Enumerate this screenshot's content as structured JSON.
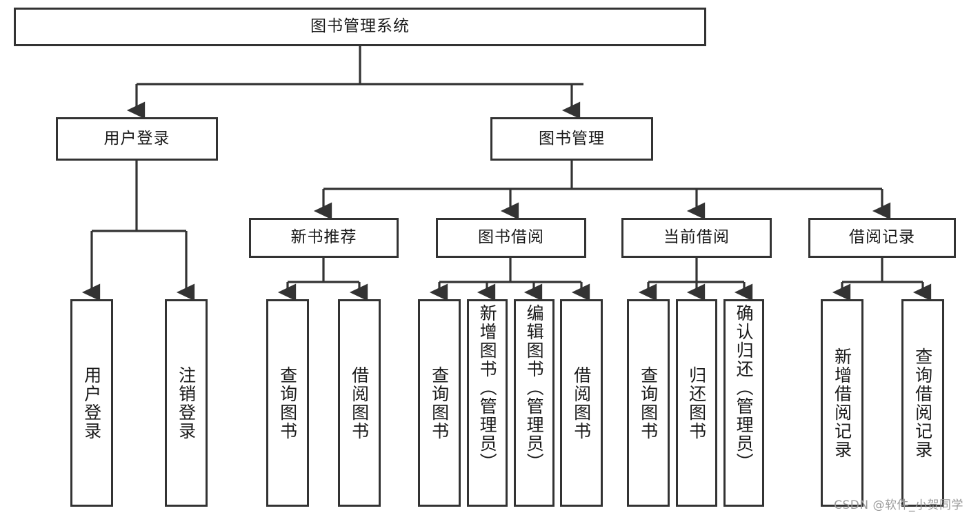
{
  "diagram": {
    "title": "图书管理系统",
    "root": {
      "label": "图书管理系统"
    },
    "level2": [
      {
        "label": "用户登录"
      },
      {
        "label": "图书管理"
      }
    ],
    "level3": [
      {
        "label": "新书推荐"
      },
      {
        "label": "图书借阅"
      },
      {
        "label": "当前借阅"
      },
      {
        "label": "借阅记录"
      }
    ],
    "leaves": [
      {
        "label": "用户登录"
      },
      {
        "label": "注销登录"
      },
      {
        "label": "查询图书"
      },
      {
        "label": "借阅图书"
      },
      {
        "label": "查询图书"
      },
      {
        "label": "新增图书（管理员）"
      },
      {
        "label": "编辑图书（管理员）"
      },
      {
        "label": "借阅图书"
      },
      {
        "label": "查询图书"
      },
      {
        "label": "归还图书"
      },
      {
        "label": "确认归还（管理员）"
      },
      {
        "label": "新增借阅记录"
      },
      {
        "label": "查询借阅记录"
      }
    ]
  },
  "watermark": "CSDN @软件_小贺同学",
  "colors": {
    "stroke": "#333333",
    "fill": "#ffffff",
    "text": "#1a1a1a",
    "watermark": "#9a9a9a"
  }
}
